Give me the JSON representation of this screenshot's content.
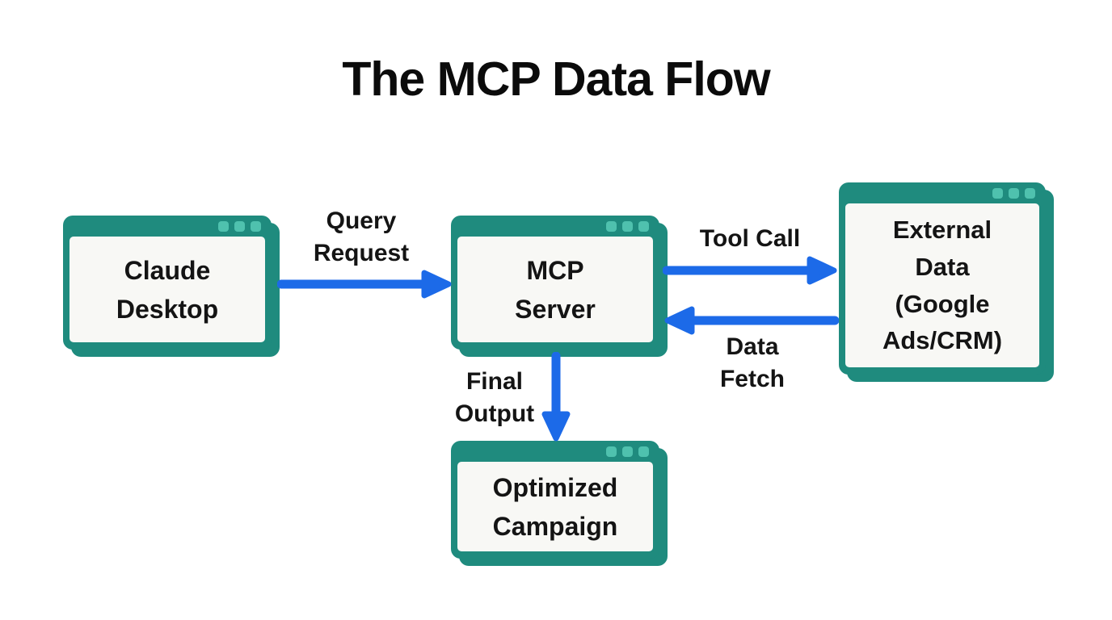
{
  "title": "The MCP Data Flow",
  "colors": {
    "background": "#ffffff",
    "teal": "#1f8b7e",
    "teal_light": "#4fc1ae",
    "panel": "#f8f8f5",
    "arrow_blue": "#1c6ae8",
    "text": "#141414"
  },
  "nodes": {
    "claude_desktop": {
      "label": "Claude\nDesktop"
    },
    "mcp_server": {
      "label": "MCP\nServer"
    },
    "external_data": {
      "label": "External\nData\n(Google\nAds/CRM)"
    },
    "optimized_campaign": {
      "label": "Optimized\nCampaign"
    }
  },
  "edges": {
    "query_request": {
      "label": "Query\nRequest",
      "from": "claude_desktop",
      "to": "mcp_server",
      "direction": "right"
    },
    "tool_call": {
      "label": "Tool Call",
      "from": "mcp_server",
      "to": "external_data",
      "direction": "right"
    },
    "data_fetch": {
      "label": "Data\nFetch",
      "from": "external_data",
      "to": "mcp_server",
      "direction": "left"
    },
    "final_output": {
      "label": "Final\nOutput",
      "from": "mcp_server",
      "to": "optimized_campaign",
      "direction": "down"
    }
  }
}
